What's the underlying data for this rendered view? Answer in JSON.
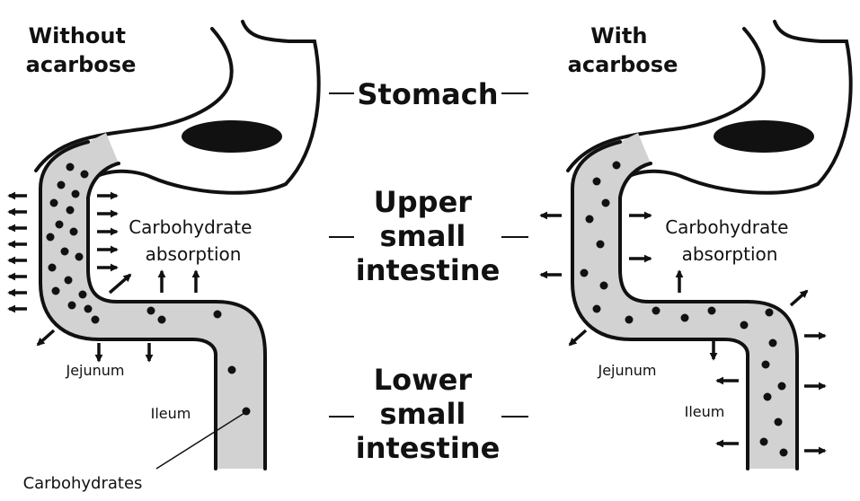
{
  "titles": {
    "left": [
      "Without",
      "acarbose"
    ],
    "right": [
      "With",
      "acarbose"
    ]
  },
  "regions": {
    "stomach": [
      "Stomach"
    ],
    "upper": [
      "Upper",
      "small",
      "intestine"
    ],
    "lower": [
      "Lower",
      "small",
      "intestine"
    ]
  },
  "labels": {
    "absorption": [
      "Carbohydrate",
      "absorption"
    ],
    "jejunum": "Jejunum",
    "ileum": "Ileum",
    "carbohydrates": "Carbohydrates"
  },
  "colors": {
    "tract_fill": "#d2d2d2",
    "outline": "#111111",
    "dot": "#111111",
    "arrow": "#111111"
  }
}
